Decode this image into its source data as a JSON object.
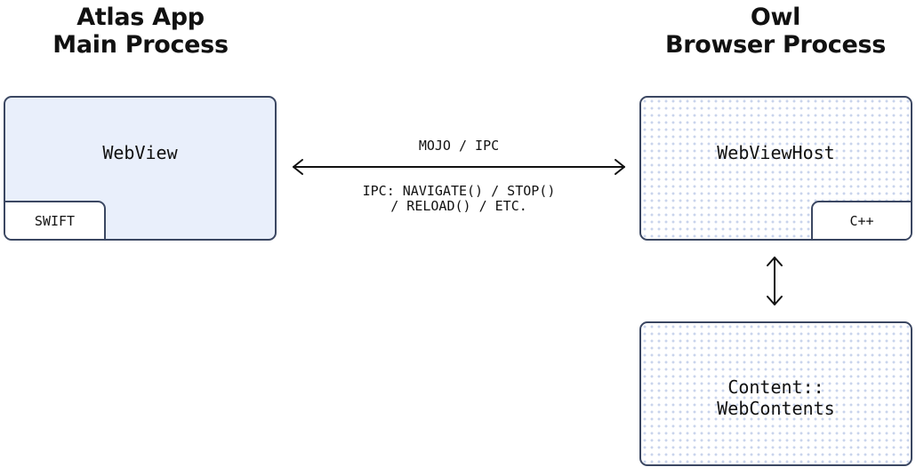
{
  "left_heading": {
    "line1": "Atlas App",
    "line2": "Main Process"
  },
  "right_heading": {
    "line1": "Owl",
    "line2": "Browser Process"
  },
  "boxes": {
    "webview": {
      "title": "WebView",
      "tag": "SWIFT"
    },
    "webview_host": {
      "title": "WebViewHost",
      "tag": "C++"
    },
    "web_contents": {
      "line1": "Content::",
      "line2": "WebContents"
    }
  },
  "connection": {
    "top_label": "MOJO / IPC",
    "bottom_line1": "IPC: NAVIGATE() / STOP()",
    "bottom_line2": "/ RELOAD() / ETC."
  },
  "colors": {
    "border": "#3b4762",
    "solid_fill": "#e9effb",
    "dot_fill": "#c9d4ec",
    "text": "#111111"
  }
}
